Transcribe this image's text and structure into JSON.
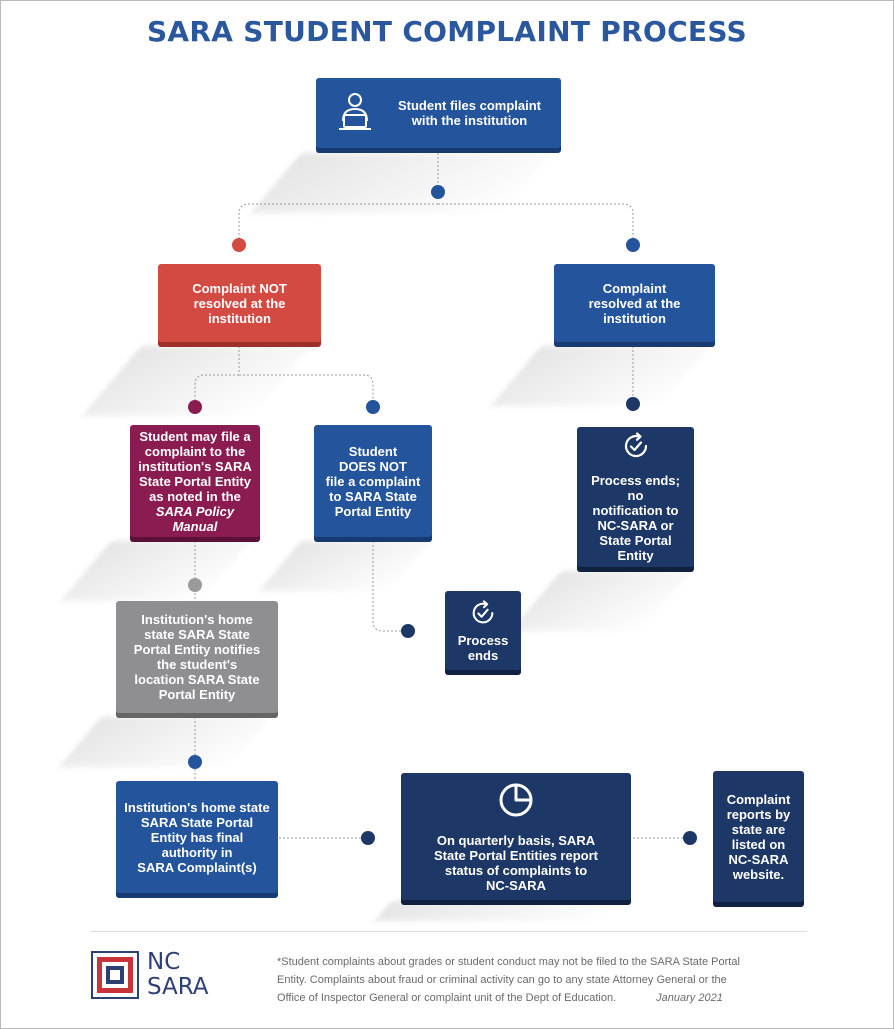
{
  "title": "SARA STUDENT COMPLAINT PROCESS",
  "nodes": {
    "files_complaint": "Student files complaint with the institution",
    "not_resolved": "Complaint NOT resolved at the institution",
    "resolved": "Complaint resolved at the institution",
    "may_file_lines": [
      "Student may file a",
      "complaint to the",
      "institution's SARA",
      "State Portal Entity",
      "as noted in the"
    ],
    "may_file_manual": [
      "SARA Policy",
      "Manual"
    ],
    "does_not_file": [
      "Student",
      "DOES NOT",
      "file a complaint",
      "to SARA State",
      "Portal Entity"
    ],
    "process_ends_no_notification": [
      "Process ends; no",
      "notification to",
      "NC-SARA or",
      "State Portal",
      "Entity"
    ],
    "process_ends": [
      "Process",
      "ends"
    ],
    "home_state_notifies": [
      "Institution's home",
      "state SARA State",
      "Portal Entity notifies",
      "the student's",
      "location SARA State",
      "Portal Entity"
    ],
    "final_authority": [
      "Institution's home state",
      "SARA State Portal",
      "Entity has final",
      "authority in",
      "SARA Complaint(s)"
    ],
    "quarterly": [
      "On quarterly basis, SARA",
      "State Portal Entities report",
      "status of complaints to",
      "NC-SARA"
    ],
    "reports_listed": [
      "Complaint",
      "reports by",
      "state are",
      "listed on",
      "NC-SARA",
      "website."
    ]
  },
  "colors": {
    "title": "#2a579d",
    "blue": "#24549b",
    "navy": "#1d3867",
    "red": "#d34a43",
    "maroon": "#8b1c52",
    "gray": "#8f8f91"
  },
  "icons": {
    "files_complaint": "person-laptop-icon",
    "process_ends": "refresh-check-icon",
    "quarterly": "pie-chart-icon"
  },
  "footer": {
    "logo_text": [
      "NC",
      "SARA"
    ],
    "footnote_lines": [
      "*Student complaints about grades or student conduct may not be filed to the SARA State Portal",
      "Entity. Complaints about fraud or criminal activity can go to any state Attorney General or the",
      "Office of Inspector General or complaint unit of the Dept of Education."
    ],
    "date": "January 2021"
  }
}
